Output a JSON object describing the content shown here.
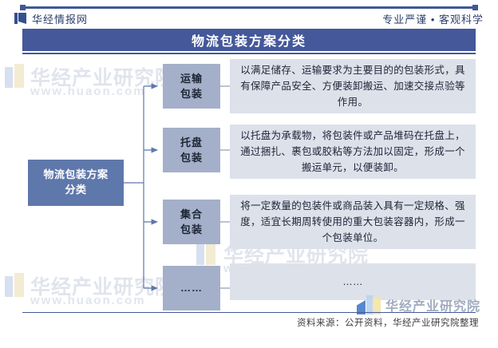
{
  "header": {
    "brand": "华经情报网",
    "brand_icon": "flag-book-icon",
    "slogan": "专业严谨 • 客观科学",
    "title": "物流包装方案分类"
  },
  "diagram": {
    "root": "物流包装方案\n分类",
    "root_label": "物流包装方案分类",
    "branches": [
      {
        "category": "运输\n包装",
        "category_label": "运输包装",
        "description": "以满足储存、运输要求为主要目的的包装形式，具有保障产品安全、方便装卸搬运、加速交接点验等作用。"
      },
      {
        "category": "托盘\n包装",
        "category_label": "托盘包装",
        "description": "以托盘为承载物，将包装件或产品堆码在托盘上，通过捆扎、裹包或胶粘等方法加以固定，形成一个搬运单元，以便装卸。"
      },
      {
        "category": "集合\n包装",
        "category_label": "集合包装",
        "description": "将一定数量的包装件或商品装入具有一定规格、强度，适宜长期周转使用的重大包装容器内，形成一个包装单位。"
      },
      {
        "category": "……",
        "category_label": "……",
        "description": "……"
      }
    ]
  },
  "watermark": {
    "text_cn": "华经产业研究院",
    "text_url": "www.huaon.com"
  },
  "footer": {
    "source": "资料来源：公开资料，华经产业研究院整理",
    "logo_text": "华经产业研究院"
  },
  "colors": {
    "title_bar": "#44589a",
    "root_node": "#5f78ab",
    "category_node": "#a4b0c9",
    "description_node": "#dde1ea",
    "accent_line": "#3f5896",
    "connector": "#5f78ab"
  }
}
